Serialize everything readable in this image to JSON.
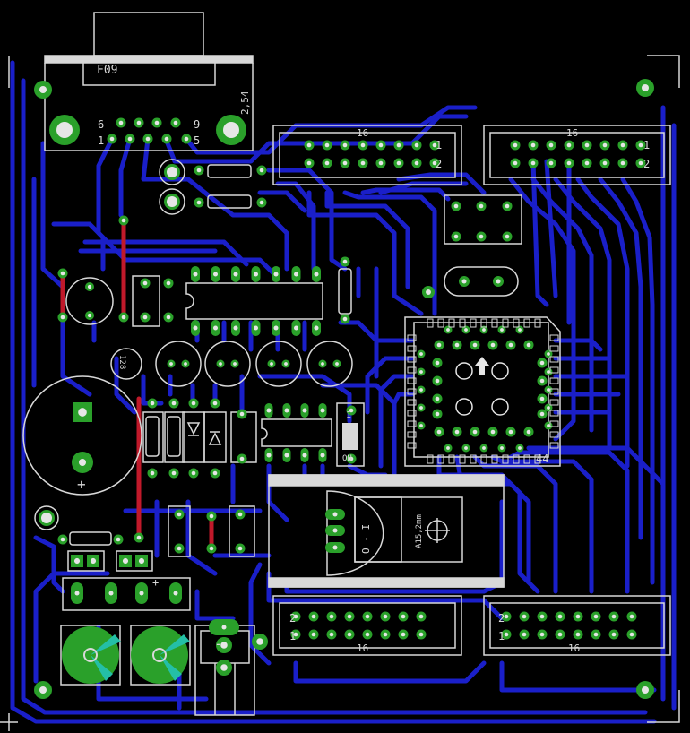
{
  "colors": {
    "background": "#000000",
    "trace": "#1a1fc9",
    "trace_dark": "#0d118a",
    "pad": "#2aa02a",
    "pad_hole": "#e6e6e6",
    "silk": "#d8d8d8",
    "top_trace": "#c0192a",
    "via_ring": "#2aa02a",
    "plane": "#24bfa6"
  },
  "labels": {
    "db9_name": "F09",
    "db9_pin6": "6",
    "db9_pin9": "9",
    "db9_pin1": "1",
    "db9_pin5": "5",
    "pitch": "2,54",
    "header_pins": "16",
    "pin1": "1",
    "pin2": "2",
    "plcc_pins": "44",
    "switch_on": "ON",
    "switch_1": "1",
    "heatsink": "A15,2mm",
    "regulator_pins": "O - I",
    "polarity_plus": "+",
    "polarity_minus": "-",
    "cap_small": "128"
  }
}
